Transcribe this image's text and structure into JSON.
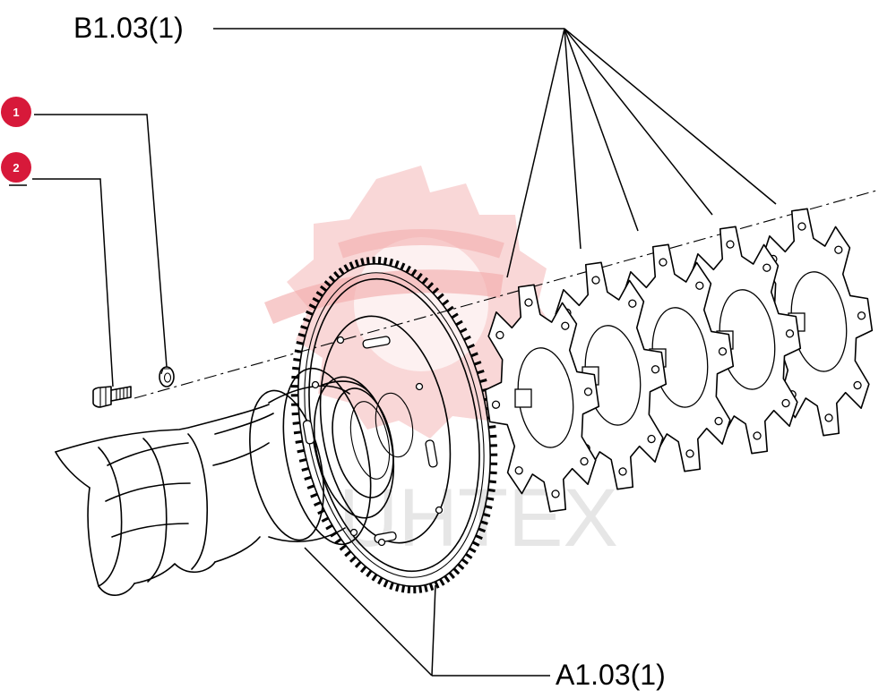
{
  "labels": {
    "top_assembly": "B1.03(1)",
    "bottom_assembly": "A1.03(1)"
  },
  "callouts": [
    {
      "number": "1",
      "part": "washer"
    },
    {
      "number": "2",
      "part": "bolt"
    }
  ],
  "watermark": {
    "text": "UHTEX",
    "color": "#f7c9c9"
  },
  "colors": {
    "callout_badge": "#d7193a",
    "line": "#000000"
  }
}
